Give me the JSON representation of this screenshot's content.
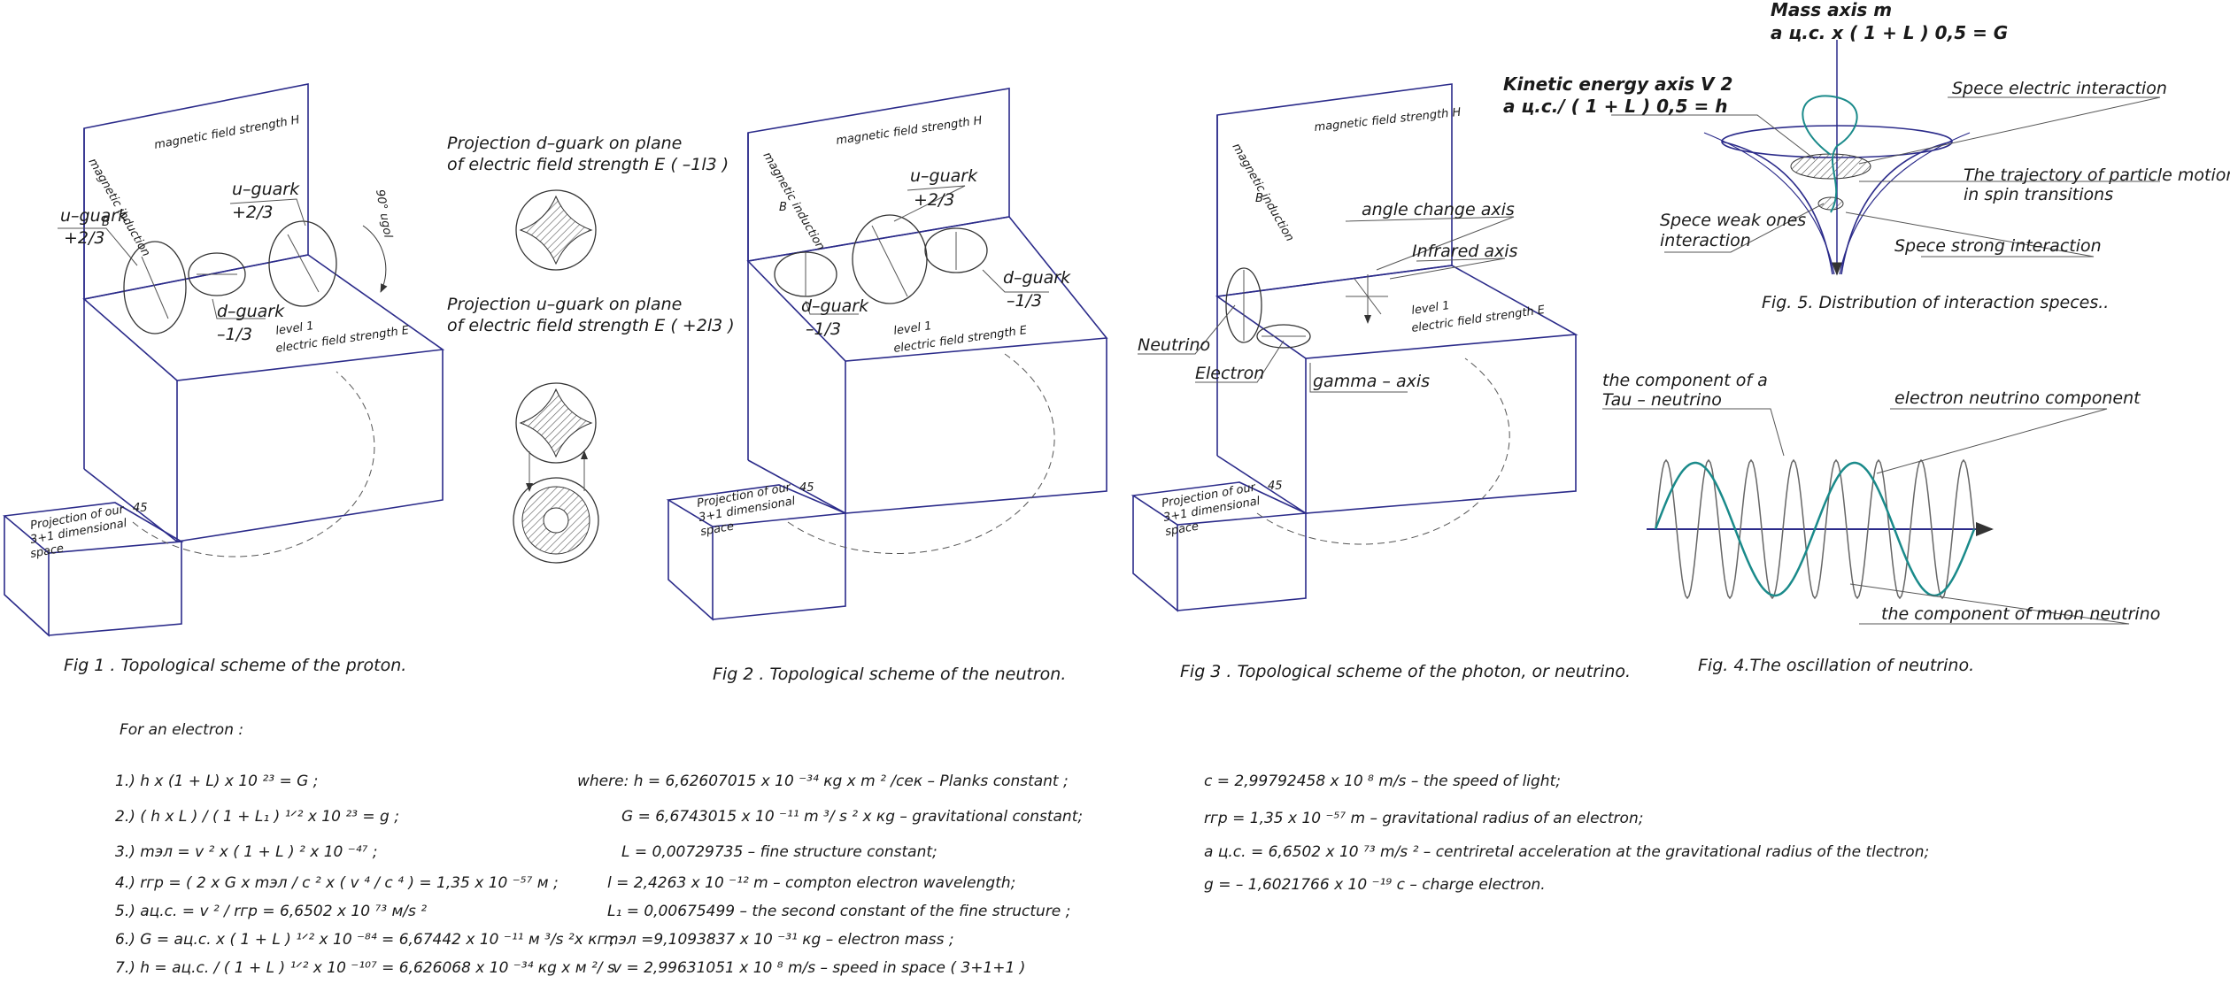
{
  "fig1": {
    "caption": "Fig 1 .  Topological  scheme  of  the  proton.",
    "h_label": "magnetic  field  strength  H",
    "b_label1": "magnetic  induction",
    "b_label2": "B",
    "u_left": "u–guark",
    "u_left_charge": "+2/3",
    "u_right": "u–guark",
    "u_right_charge": "+2/3",
    "d_label": "d–guark",
    "d_charge": "–1/3",
    "angle": "90° ugol",
    "level1": "level 1",
    "e_label": "electric  field  strength  E",
    "proj1": "Projection  of  our",
    "proj2": "3+1  dimensional",
    "proj3": "space",
    "deg": "45"
  },
  "projections": {
    "d_line1": "Projection  d–guark  on  plane",
    "d_line2": "of  electric  field  strength  E  ( –1l3 )",
    "u_line1": "Projection  u–guark  on  plane",
    "u_line2": "of  electric  field  strength  E  ( +2l3 )"
  },
  "fig2": {
    "caption": "Fig 2 .  Topological  scheme  of  the  neutron.",
    "h_label": "magnetic  field  strength  H",
    "b_label1": "magnetic  induction",
    "b_label2": "B",
    "u_label": "u–guark",
    "u_charge": "+2/3",
    "d_left": "d–guark",
    "d_left_charge": "–1/3",
    "d_right": "d–guark",
    "d_right_charge": "–1/3",
    "level1": "level 1",
    "e_label": "electric  field  strength  E",
    "proj1": "Projection  of  our",
    "proj2": "3+1  dimensional",
    "proj3": "space",
    "deg": "45"
  },
  "fig3": {
    "caption": "Fig 3 .  Topological  scheme  of  the  photon,  or neutrino.",
    "h_label": "magnetic  field  strength  H",
    "b_label1": "magnetic  induction",
    "b_label2": "B",
    "angle_axis": "angle  change  axis",
    "infrared_axis": "Infrared  axis",
    "level1": "level 1",
    "e_label": "electric  field  strength  E",
    "neutrino": "Neutrino",
    "electron": "Electron",
    "gamma": "gamma – axis",
    "proj1": "Projection  of  our",
    "proj2": "3+1  dimensional",
    "proj3": "space",
    "deg": "45"
  },
  "fig4": {
    "caption": "Fig. 4.The  oscillation  of  neutrino.",
    "tau1": "the  component  of  a",
    "tau2": "Tau – neutrino",
    "electron_nu": "electron  neutrino  component",
    "muon_nu": "the  component  of  muon  neutrino"
  },
  "fig5": {
    "caption": "Fig. 5. Distribution  of  interaction  speces..",
    "mass_axis": "Mass  axis   m",
    "mass_formula": "a ц.с. x  ( 1 + L ) 0,5 = G",
    "kinetic_axis": "Kinetic  energy  axis  V 2",
    "kinetic_formula": "a ц.с./  ( 1 + L ) 0,5 = h",
    "electric": "Spece  electric  interaction",
    "trajectory1": "The trajectory  of  particle motion",
    "trajectory2": "in  spin  transitions",
    "weak1": "Spece  weak  ones",
    "weak2": "interaction",
    "strong": "Spece  strong  interaction"
  },
  "equations": {
    "intro": "For  an  electron :",
    "left": [
      "1.)  h x (1 + L) x 10 ²³ = G ;",
      "2.)  ( h x L ) / ( 1 + L₁ ) ¹ᐟ² x 10 ²³ = g ;",
      "3.)  mэл = v ² x ( 1 + L ) ² x 10 ⁻⁴⁷ ;",
      "4.)  rгр = ( 2 x G x mэл / c ² x ( v ⁴ / c ⁴ ) = 1,35 x 10 ⁻⁵⁷ м ;",
      "5.)  aц.с. = v ² / rгр = 6,6502 x 10 ⁷³ м/s ²",
      "6.)  G = aц.с. x ( 1 + L ) ¹ᐟ² x 10 ⁻⁸⁴ = 6,67442 x 10 ⁻¹¹  м ³/s ²x кг ;",
      "7.)  h = aц.с. / ( 1 + L ) ¹ᐟ² x 10 ⁻¹⁰⁷ = 6,626068 x 10 ⁻³⁴ кg x м ²/ s"
    ],
    "middle": [
      "where:  h = 6,62607015 x 10 ⁻³⁴  кg x m ² /сек – Planks  constant ;",
      "G = 6,6743015  x 10 ⁻¹¹  m ³/ s ² x кg  – gravitational  constant;",
      "L  = 0,00729735 – fine  structure  constant;",
      "l = 2,4263 x 10 ⁻¹²  m –  compton  electron  wavelength;",
      "L₁ = 0,00675499 – the  second  constant  of  the  fine  structure  ;",
      "mэл =9,1093837 x 10 ⁻³¹  кg – electron  mass ;",
      "v = 2,99631051 x 10 ⁸  m/s  – speed  in  space  ( 3+1+1 )"
    ],
    "right": [
      "c = 2,99792458 x 10 ⁸  m/s  –  the  speed  of  light;",
      "rгр = 1,35 x 10 ⁻⁵⁷ m  – gravitational  radius  of  an  electron;",
      "a ц.с. = 6,6502 x 10 ⁷³  m/s ² – centriretal  acceleration  at  the  gravitational  radius  of  the  tlectron;",
      "g = – 1,6021766 x 10 ⁻¹⁹ c  – charge  electron."
    ]
  },
  "colors": {
    "outline": "#2b2b8a",
    "teal": "#1a8a8a",
    "ink": "#1a1a1a"
  }
}
